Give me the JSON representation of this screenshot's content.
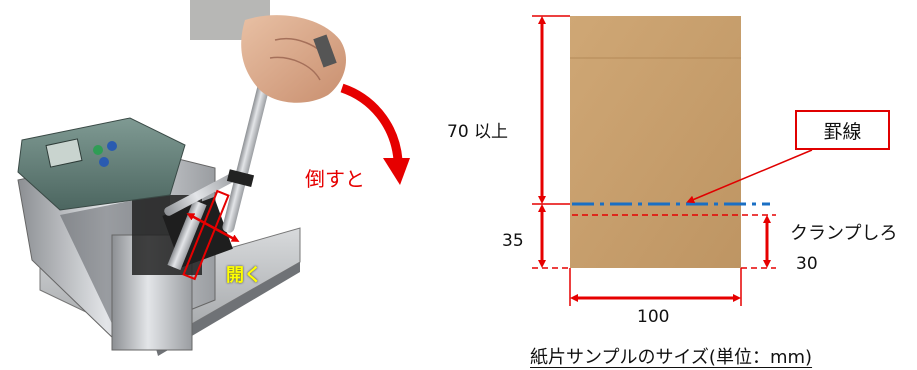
{
  "photo": {
    "tilt_label": "倒すと",
    "open_label": "開く"
  },
  "diagram": {
    "height_label": "70 以上",
    "clamp_depth_label": "35",
    "clamp_label": "クランプしろ",
    "clamp_value_label": "30",
    "width_label": "100",
    "ruled_line_label": "罫線",
    "caption": "紙片サンプルのサイズ(単位：mm)"
  },
  "colors": {
    "dimension_red": "#e60000",
    "ruled_line_blue": "#1a6fc4",
    "cardboard": "#c7a06e",
    "callout_border": "#e00000"
  }
}
